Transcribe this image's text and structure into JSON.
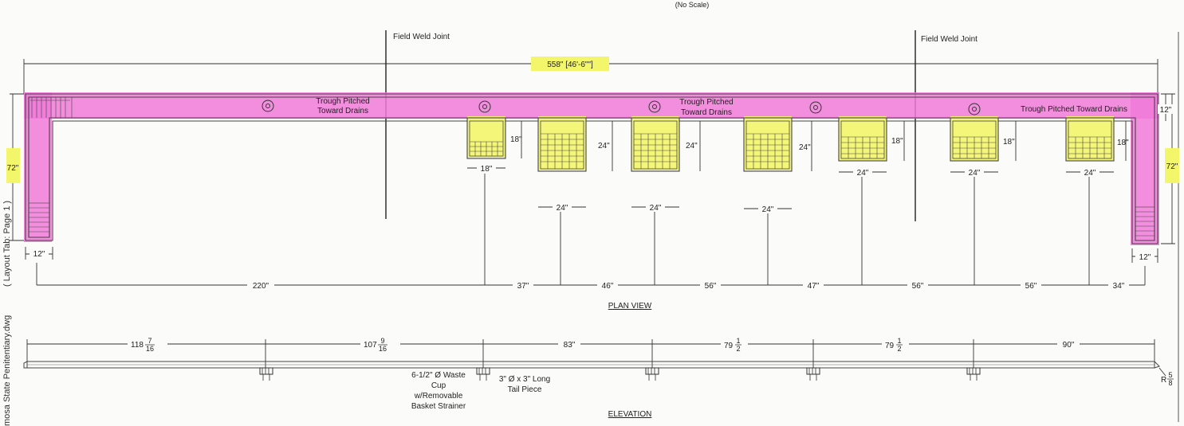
{
  "colors": {
    "trough": "#f07ad8",
    "highlight": "#f3f56a",
    "line": "#333333"
  },
  "header": {
    "scale_note": "(No Scale)"
  },
  "side_text": {
    "file": "mosa State Penitentiary.dwg",
    "layout": "( Layout Tab: Page 1 )"
  },
  "plan": {
    "title": "PLAN VIEW",
    "weld_left": "Field Weld Joint",
    "weld_right": "Field Weld Joint",
    "overall": "558\" [46'-6\"\"]",
    "pitch_1": [
      "Trough Pitched",
      "Toward Drains"
    ],
    "pitch_2": [
      "Trough Pitched",
      "Toward Drains"
    ],
    "pitch_3": "Trough Pitched Toward Drains",
    "end_left_height": "72\"",
    "end_right_height": "72\"",
    "end_left_width": "12\"",
    "end_right_width": "12\"",
    "trough_width": "12\"",
    "sinks": [
      {
        "w": "18\"",
        "d": "18\""
      },
      {
        "w": "24\"",
        "d": "24\""
      },
      {
        "w": "24\"",
        "d": "24\""
      },
      {
        "w": "24\"",
        "d": "24\""
      },
      {
        "w": "24\"",
        "d": "18\""
      },
      {
        "w": "24\"",
        "d": "18\""
      },
      {
        "w": "24\"",
        "d": "18\""
      }
    ],
    "spacing": [
      "220\"",
      "37\"",
      "46\"",
      "56\"",
      "47\"",
      "56\"",
      "56\"",
      "34\""
    ]
  },
  "elevation": {
    "title": "ELEVATION",
    "spans": [
      {
        "whole": "118",
        "num": "7",
        "den": "16"
      },
      {
        "whole": "107",
        "num": "9",
        "den": "16"
      },
      {
        "whole": "83\""
      },
      {
        "whole": "79",
        "num": "1",
        "den": "2"
      },
      {
        "whole": "79",
        "num": "1",
        "den": "2"
      },
      {
        "whole": "90\""
      }
    ],
    "radius": {
      "whole": "R",
      "num": "5",
      "den": "8"
    },
    "waste_cup": [
      "6-1/2\" Ø Waste",
      "Cup",
      "w/Removable",
      "Basket Strainer"
    ],
    "tail_piece": [
      "3\" Ø x 3\" Long",
      "Tail Piece"
    ]
  }
}
